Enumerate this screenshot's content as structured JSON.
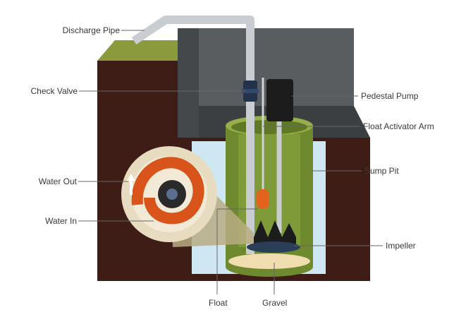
{
  "labels": {
    "discharge_pipe": "Discharge Pipe",
    "check_valve": "Check Valve",
    "water_out": "Water Out",
    "water_in": "Water In",
    "pedestal_pump": "Pedestal Pump",
    "float_activator_arm": "Float Activator Arm",
    "sump_pit": "Sump Pit",
    "impeller": "Impeller",
    "float": "Float",
    "gravel": "Gravel"
  },
  "colors": {
    "soil": "#3e1d16",
    "grass": "#8a9a3c",
    "wall": "#3c3f41",
    "wall_light": "#55595c",
    "water": "#cfe6f3",
    "pit": "#6f8a2e",
    "pit_light": "#98ae4a",
    "gravel": "#f0ddb0",
    "pipe": "#c9ccd0",
    "pump": "#1c1c1c",
    "float": "#e3621d",
    "leader": "#666666"
  }
}
